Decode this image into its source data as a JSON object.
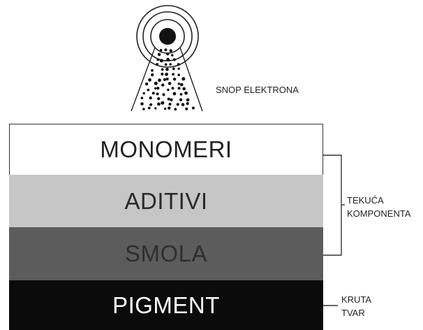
{
  "diagram": {
    "beam_label": "SNOP ELEKTRONA",
    "layers": [
      {
        "id": "monomeri",
        "label": "MONOMERI"
      },
      {
        "id": "aditivi",
        "label": "ADITIVI"
      },
      {
        "id": "smola",
        "label": "SMOLA"
      },
      {
        "id": "pigment",
        "label": "PIGMENT"
      }
    ],
    "liquid_component": {
      "line1": "TEKUĆA",
      "line2": "KOMPONENTA"
    },
    "solid_component": {
      "line1": "KRUTA",
      "line2": "TVAR"
    }
  }
}
